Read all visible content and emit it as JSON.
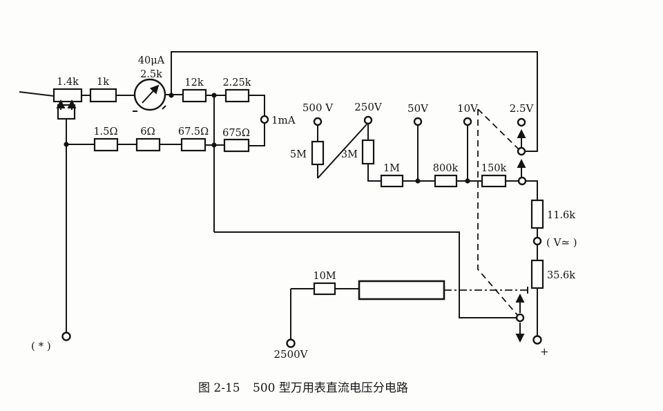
{
  "figure": {
    "caption_label": "图 2-15",
    "caption_title": "500 型万用表直流电压分电路"
  },
  "colors": {
    "ink": "#141414",
    "paper": "#fdfdfc"
  },
  "meter": {
    "current_label": "40μA",
    "resistance_label": "2.5k"
  },
  "components": {
    "r_1_4k": "1.4k",
    "r_1k": "1k",
    "r_12k": "12k",
    "r_2_25k": "2.25k",
    "r_1_5ohm": "1.5Ω",
    "r_6ohm": "6Ω",
    "r_67_5ohm": "67.5Ω",
    "r_675ohm": "675Ω",
    "r_5m": "5M",
    "r_3m": "3M",
    "r_1m": "1M",
    "r_800k": "800k",
    "r_150k": "150k",
    "r_11_6k": "11.6k",
    "r_35_6k": "35.6k",
    "r_10m": "10M"
  },
  "terminals": {
    "t_1ma": "1mA",
    "t_500v": "500 V",
    "t_250v": "250V",
    "t_50v": "50V",
    "t_10v": "10V",
    "t_2_5v": "2.5V",
    "t_2500v": "2500V",
    "t_common": "( * )",
    "t_plus": "+",
    "t_vdc": "( V≃ )"
  }
}
